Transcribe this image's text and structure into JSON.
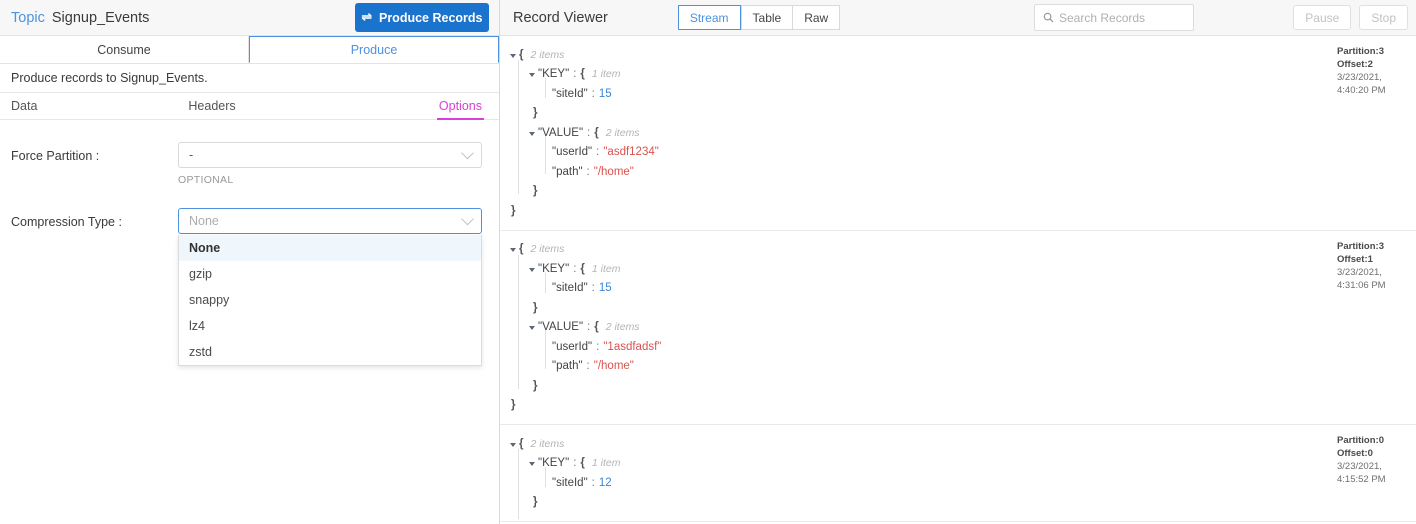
{
  "left": {
    "topbar": {
      "topic_label": "Topic",
      "topic_name": "Signup_Events",
      "produce_button": "Produce Records",
      "swap_icon": "⇌"
    },
    "tabs": [
      {
        "label": "Consume",
        "active": false
      },
      {
        "label": "Produce",
        "active": true
      }
    ],
    "description": "Produce records to Signup_Events.",
    "subtabs": [
      {
        "label": "Data"
      },
      {
        "label": "Headers"
      },
      {
        "label": "Options"
      }
    ],
    "fields": {
      "force_partition": {
        "label": "Force Partition :",
        "value": "-",
        "hint": "OPTIONAL"
      },
      "compression_type": {
        "label": "Compression Type :",
        "placeholder": "None"
      }
    },
    "dropdown": {
      "options": [
        "None",
        "gzip",
        "snappy",
        "lz4",
        "zstd"
      ],
      "selected": "None"
    }
  },
  "right": {
    "title": "Record Viewer",
    "view_tabs": [
      {
        "label": "Stream",
        "active": true
      },
      {
        "label": "Table",
        "active": false
      },
      {
        "label": "Raw",
        "active": false
      }
    ],
    "search": {
      "placeholder": "Search Records",
      "icon": "search-icon"
    },
    "buttons": [
      {
        "label": "Pause",
        "disabled": true
      },
      {
        "label": "Stop",
        "disabled": true
      }
    ],
    "records": [
      {
        "root_items": "2 items",
        "key_label": "\"KEY\"",
        "key_items": "1 item",
        "key_field": "\"siteId\"",
        "key_value": "15",
        "value_label": "\"VALUE\"",
        "value_items": "2 items",
        "userid_field": "\"userId\"",
        "userid_value": "\"asdf1234\"",
        "path_field": "\"path\"",
        "path_value": "\"/home\"",
        "partition": "Partition:3",
        "offset": "Offset:2",
        "date": "3/23/2021,",
        "time": "4:40:20 PM"
      },
      {
        "root_items": "2 items",
        "key_label": "\"KEY\"",
        "key_items": "1 item",
        "key_field": "\"siteId\"",
        "key_value": "15",
        "value_label": "\"VALUE\"",
        "value_items": "2 items",
        "userid_field": "\"userId\"",
        "userid_value": "\"1asdfadsf\"",
        "path_field": "\"path\"",
        "path_value": "\"/home\"",
        "partition": "Partition:3",
        "offset": "Offset:1",
        "date": "3/23/2021,",
        "time": "4:31:06 PM"
      },
      {
        "root_items": "2 items",
        "key_label": "\"KEY\"",
        "key_items": "1 item",
        "key_field": "\"siteId\"",
        "key_value": "12",
        "partition": "Partition:0",
        "offset": "Offset:0",
        "date": "3/23/2021,",
        "time": "4:15:52 PM"
      }
    ]
  },
  "colors": {
    "accent_blue": "#4c92e0",
    "button_blue": "#1a73cd",
    "magenta": "#d93fd9",
    "string_red": "#d9534f",
    "number_blue": "#3a86d4"
  }
}
